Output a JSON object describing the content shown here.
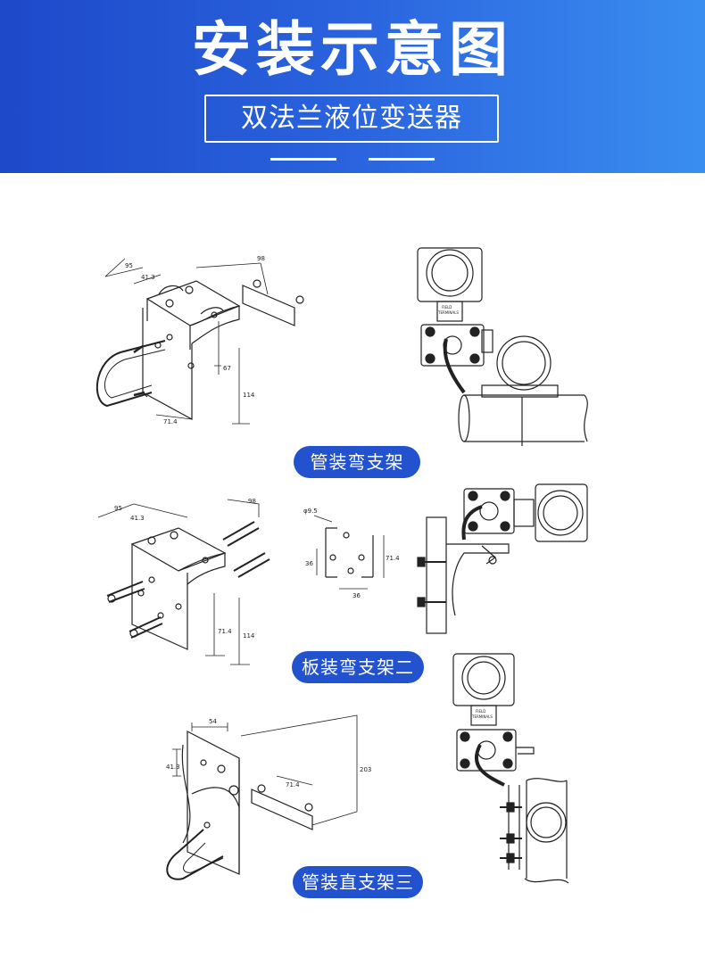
{
  "header": {
    "title": "安装示意图",
    "subtitle": "双法兰液位变送器"
  },
  "sections": [
    {
      "label": "管装弯支架",
      "dimensions": [
        "95",
        "41.3",
        "98",
        "67",
        "114",
        "71.4"
      ],
      "transmitter_label": [
        "FIELD",
        "TERMINALS"
      ]
    },
    {
      "label": "板装弯支架二",
      "dimensions": [
        "95",
        "41.3",
        "98",
        "71.4",
        "114"
      ],
      "plate_dimensions": [
        "φ9.5",
        "36",
        "71.4",
        "36"
      ]
    },
    {
      "label": "管装直支架三",
      "dimensions": [
        "54",
        "41.3",
        "203",
        "71.4"
      ],
      "transmitter_label": [
        "FIELD",
        "TERMINALS"
      ]
    }
  ],
  "colors": {
    "header_start": "#1d49c9",
    "header_end": "#3a8ef0",
    "pill": "#2352cf",
    "line": "#222222"
  }
}
